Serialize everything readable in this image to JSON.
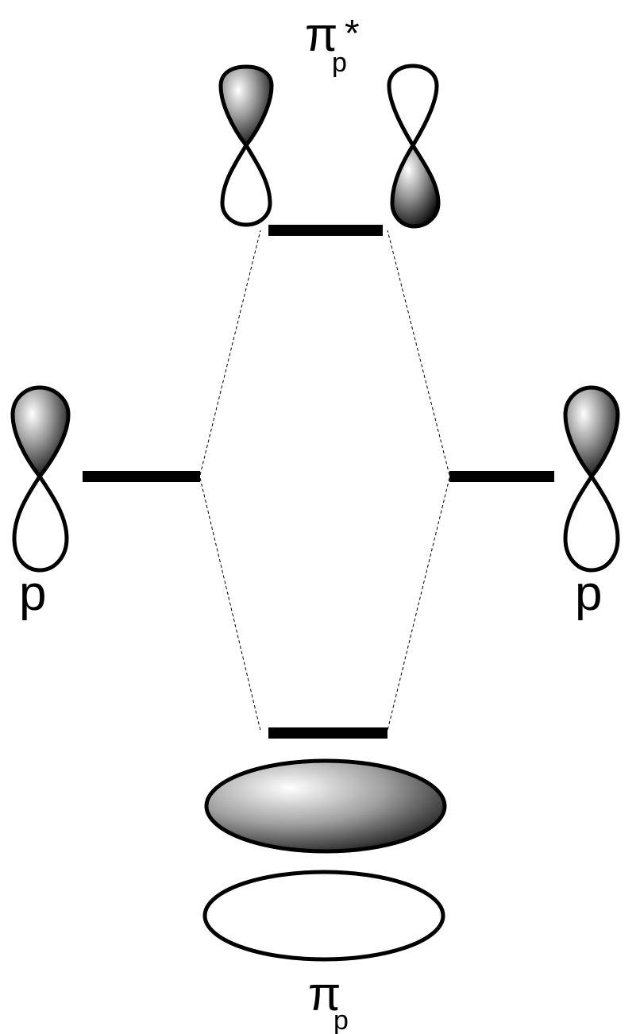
{
  "labels": {
    "antibonding_symbol": "π",
    "antibonding_subscript": "p",
    "antibonding_star": "*",
    "left_atomic": "p",
    "right_atomic": "p",
    "bonding_symbol": "π",
    "bonding_subscript": "p"
  },
  "colors": {
    "line": "#000000",
    "shade_light": "#ffffff",
    "shade_mid": "#8c8c8c",
    "shade_dark": "#1a1a1a"
  },
  "icons": {
    "atomic_orbital": "p-orbital-lobes",
    "antibonding_orbital": "pi-star-lobes",
    "bonding_orbital": "pi-cloud"
  }
}
